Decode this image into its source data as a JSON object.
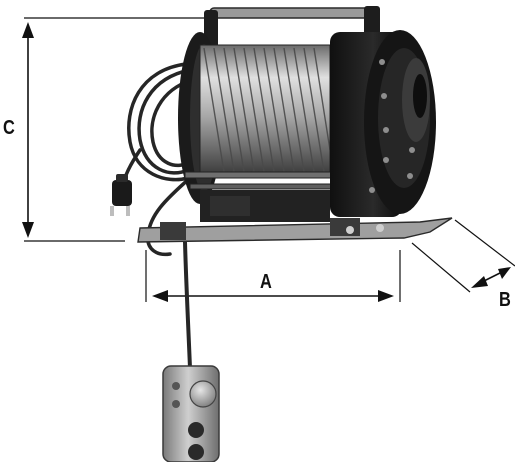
{
  "labels": {
    "a": "A",
    "b": "B",
    "c": "C"
  },
  "colors": {
    "ink": "#111111",
    "body_dark": "#1c1c1c",
    "metal_light": "#c9c9c9",
    "metal_mid": "#8f8f8f",
    "cable": "#262626"
  }
}
